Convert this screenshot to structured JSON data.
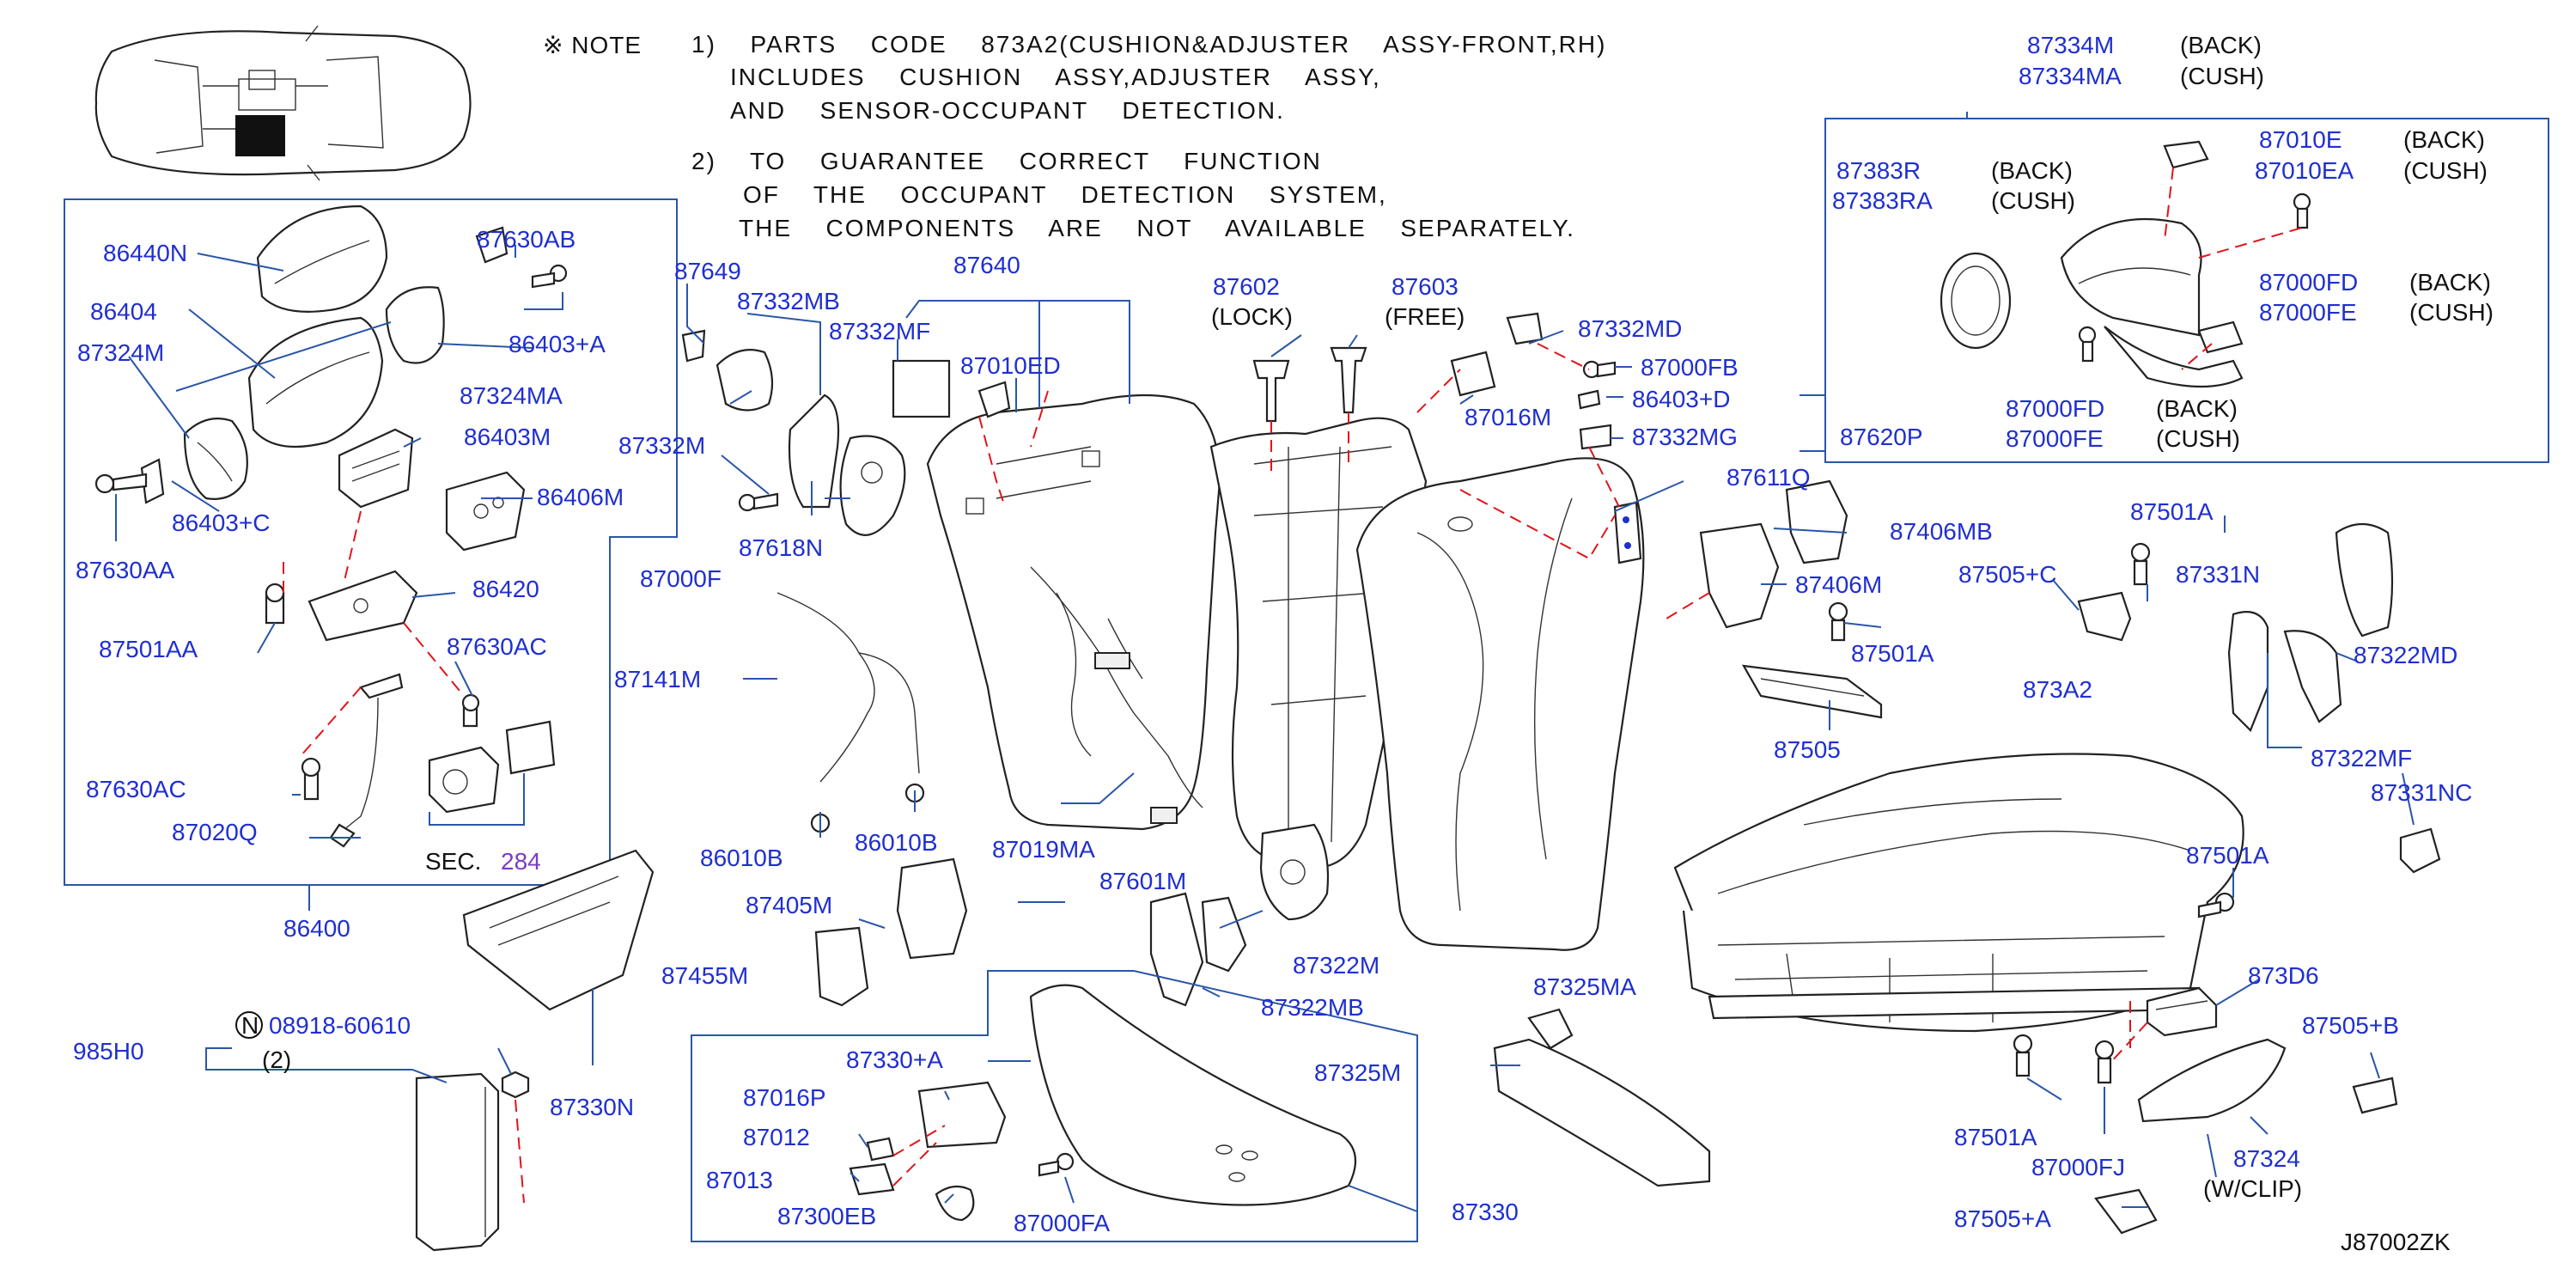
{
  "notes": {
    "mark": "※ NOTE",
    "lines": [
      "1)  PARTS  CODE  873A2(CUSHION&ADJUSTER  ASSY-FRONT,RH)",
      "INCLUDES  CUSHION  ASSY,ADJUSTER  ASSY,",
      "AND  SENSOR-OCCUPANT  DETECTION.",
      "2)  TO  GUARANTEE  CORRECT  FUNCTION",
      "OF  THE  OCCUPANT  DETECTION  SYSTEM,",
      "THE  COMPONENTS  ARE  NOT  AVAILABLE  SEPARATELY."
    ]
  },
  "labels": [
    "86440N",
    "87630AB",
    "86404",
    "87324M",
    "86403+A",
    "87324MA",
    "86403M",
    "86406M",
    "87630AA",
    "86403+C",
    "87501AA",
    "86420",
    "87630AC",
    "87630AC",
    "87020Q",
    "SEC.",
    "284",
    "86400",
    "87649",
    "87332MB",
    "87332M",
    "87332MF",
    "87000F",
    "87618N",
    "87640",
    "87010ED",
    "87141M",
    "86010B",
    "86010B",
    "87019MA",
    "87602",
    "(LOCK)",
    "87603",
    "(FREE)",
    "87332MD",
    "87000FB",
    "87016M",
    "86403+D",
    "87332MG",
    "87620P",
    "87611Q",
    "87406MB",
    "87406M",
    "87501A",
    "87505+C",
    "87331N",
    "87501A",
    "87322MD",
    "87505",
    "873A2",
    "87322MF",
    "87331NC",
    "87501A",
    "873D6",
    "87505+B",
    "87324",
    "(W/CLIP)",
    "87000FJ",
    "87501A",
    "87505+A",
    "87601M",
    "87405M",
    "87322M",
    "87322MB",
    "87455M",
    "87330N",
    "985H0",
    "08918-60610",
    "(2)",
    "N",
    "87330+A",
    "87016P",
    "87012",
    "87013",
    "87300EB",
    "87000FA",
    "87330",
    "87325MA",
    "87325M",
    "87334M",
    "(BACK)",
    "87334MA",
    "(CUSH)",
    "87383R",
    "(BACK)",
    "87383RA",
    "(CUSH)",
    "87010E",
    "(BACK)",
    "87010EA",
    "(CUSH)",
    "87000FD",
    "(BACK)",
    "87000FE",
    "(CUSH)",
    "87000FD",
    "(BACK)",
    "87000FE",
    "(CUSH)",
    "J87002ZK"
  ],
  "colors": {
    "label": "#1f2fd0",
    "leader": "#2a56a8",
    "hidden_line": "#e0151b",
    "text": "#111111"
  }
}
